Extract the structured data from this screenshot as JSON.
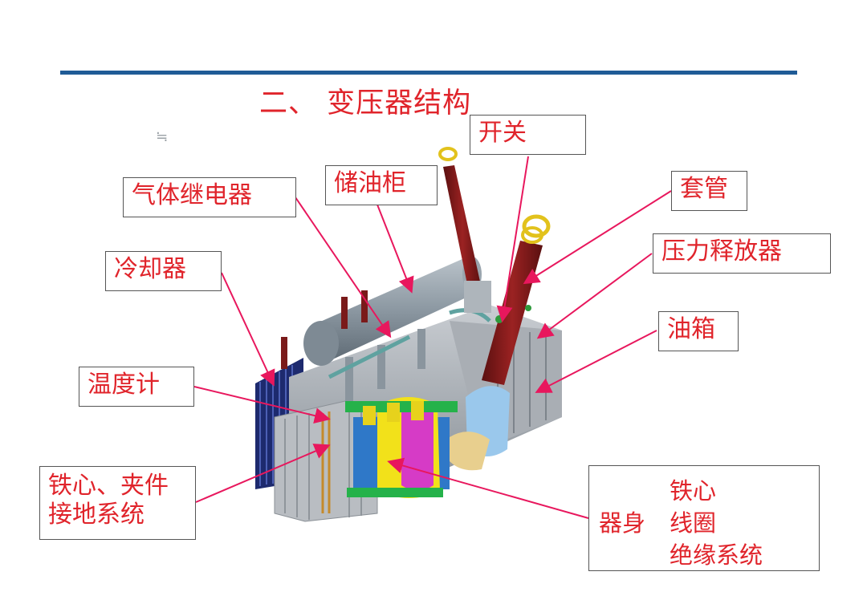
{
  "title": "二、 变压器结构",
  "labels": {
    "switch": "开关",
    "conservator": "储油柜",
    "gas_relay": "气体继电器",
    "bushing": "套管",
    "pressure_relief": "压力释放器",
    "cooler": "冷却器",
    "tank": "油箱",
    "thermometer": "温度计",
    "core_clamp_ground_line1": "铁心、夹件",
    "core_clamp_ground_line2": "接地系统",
    "body": "器身",
    "core": "铁心",
    "winding": "线圈",
    "insulation": "绝缘系统"
  },
  "colors": {
    "title": "#e0242b",
    "label_text": "#e0242b",
    "arrow": "#e8175d",
    "top_rule": "#1f5b96"
  }
}
